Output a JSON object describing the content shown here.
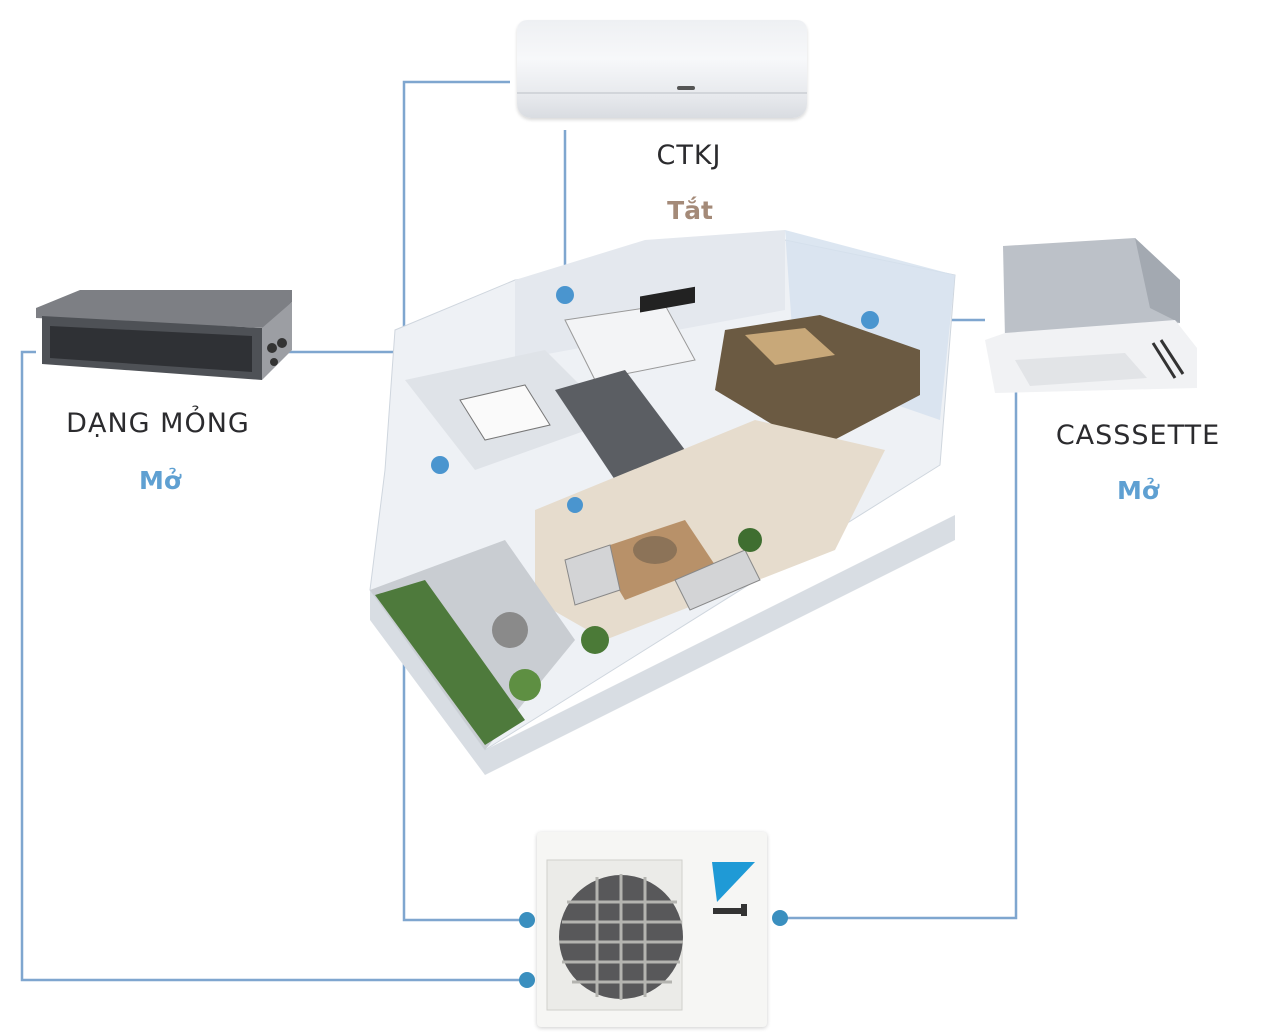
{
  "diagram": {
    "title": "Multi-split air conditioning system",
    "colors": {
      "pipe": "#7fa6cf",
      "connector": "#3a8fbf",
      "status_on": "#5fa0d2",
      "status_off": "#a48a78",
      "label": "#2b2b2e",
      "brand": "#1f9ad6"
    },
    "outdoor_unit": {
      "icon": "outdoor-condenser-unit",
      "brand_logo": "daikin-logo"
    },
    "house": {
      "icon": "isometric-house-cutaway"
    },
    "indoor_units": [
      {
        "id": "ctkj",
        "label": "CTKJ",
        "status": "Tắt",
        "state": "off",
        "icon": "wall-mounted-unit"
      },
      {
        "id": "ducted",
        "label": "DẠNG MỎNG",
        "status": "Mở",
        "state": "on",
        "icon": "ducted-unit"
      },
      {
        "id": "cassette",
        "label": "CASSSETTE",
        "status": "Mở",
        "state": "on",
        "icon": "cassette-unit"
      }
    ]
  }
}
